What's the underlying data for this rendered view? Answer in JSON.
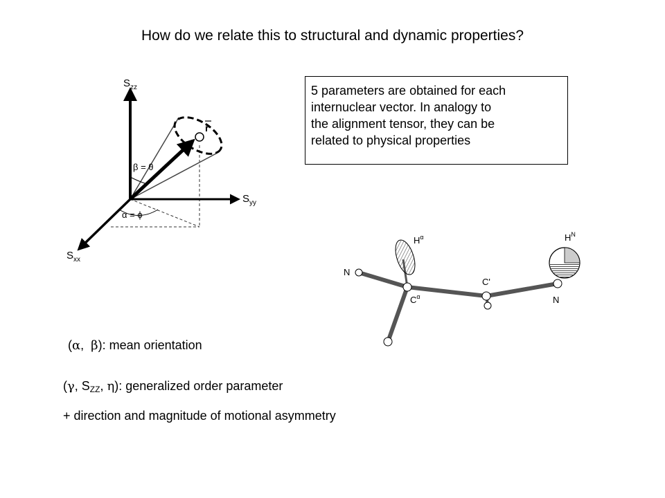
{
  "title": "How do we relate this to structural and dynamic properties?",
  "info_box": {
    "lines": [
      "5 parameters are obtained for each",
      "internuclear vector.  In analogy to",
      "the alignment tensor, they can be",
      "related to physical properties"
    ]
  },
  "axis_diagram": {
    "z_axis": {
      "main": "S",
      "sub": "zz"
    },
    "y_axis": {
      "main": "S",
      "sub": "yy"
    },
    "x_axis": {
      "main": "S",
      "sub": "xx"
    },
    "vector": "r",
    "beta_eq": "β = θ",
    "alpha_eq": "α = ϕ"
  },
  "molecule": {
    "h_alpha": {
      "main": "H",
      "sup": "α"
    },
    "h_n": {
      "main": "H",
      "sup": "N"
    },
    "n_left": "N",
    "c_prime": "C'",
    "c_alpha": {
      "main": "C",
      "sup": "α"
    },
    "n_right": "N"
  },
  "captions": {
    "mean_orientation": {
      "open": "(",
      "alpha": "α",
      "sep": ",  ",
      "beta": "β",
      "close": "): mean orientation"
    },
    "order_parameter": {
      "open": "(",
      "gamma": "γ",
      "sep1": ", S",
      "sub": "ZZ",
      "sep2": ", ",
      "eta": "η",
      "close": "): generalized order parameter"
    },
    "asymmetry": "+  direction and magnitude of motional asymmetry"
  }
}
